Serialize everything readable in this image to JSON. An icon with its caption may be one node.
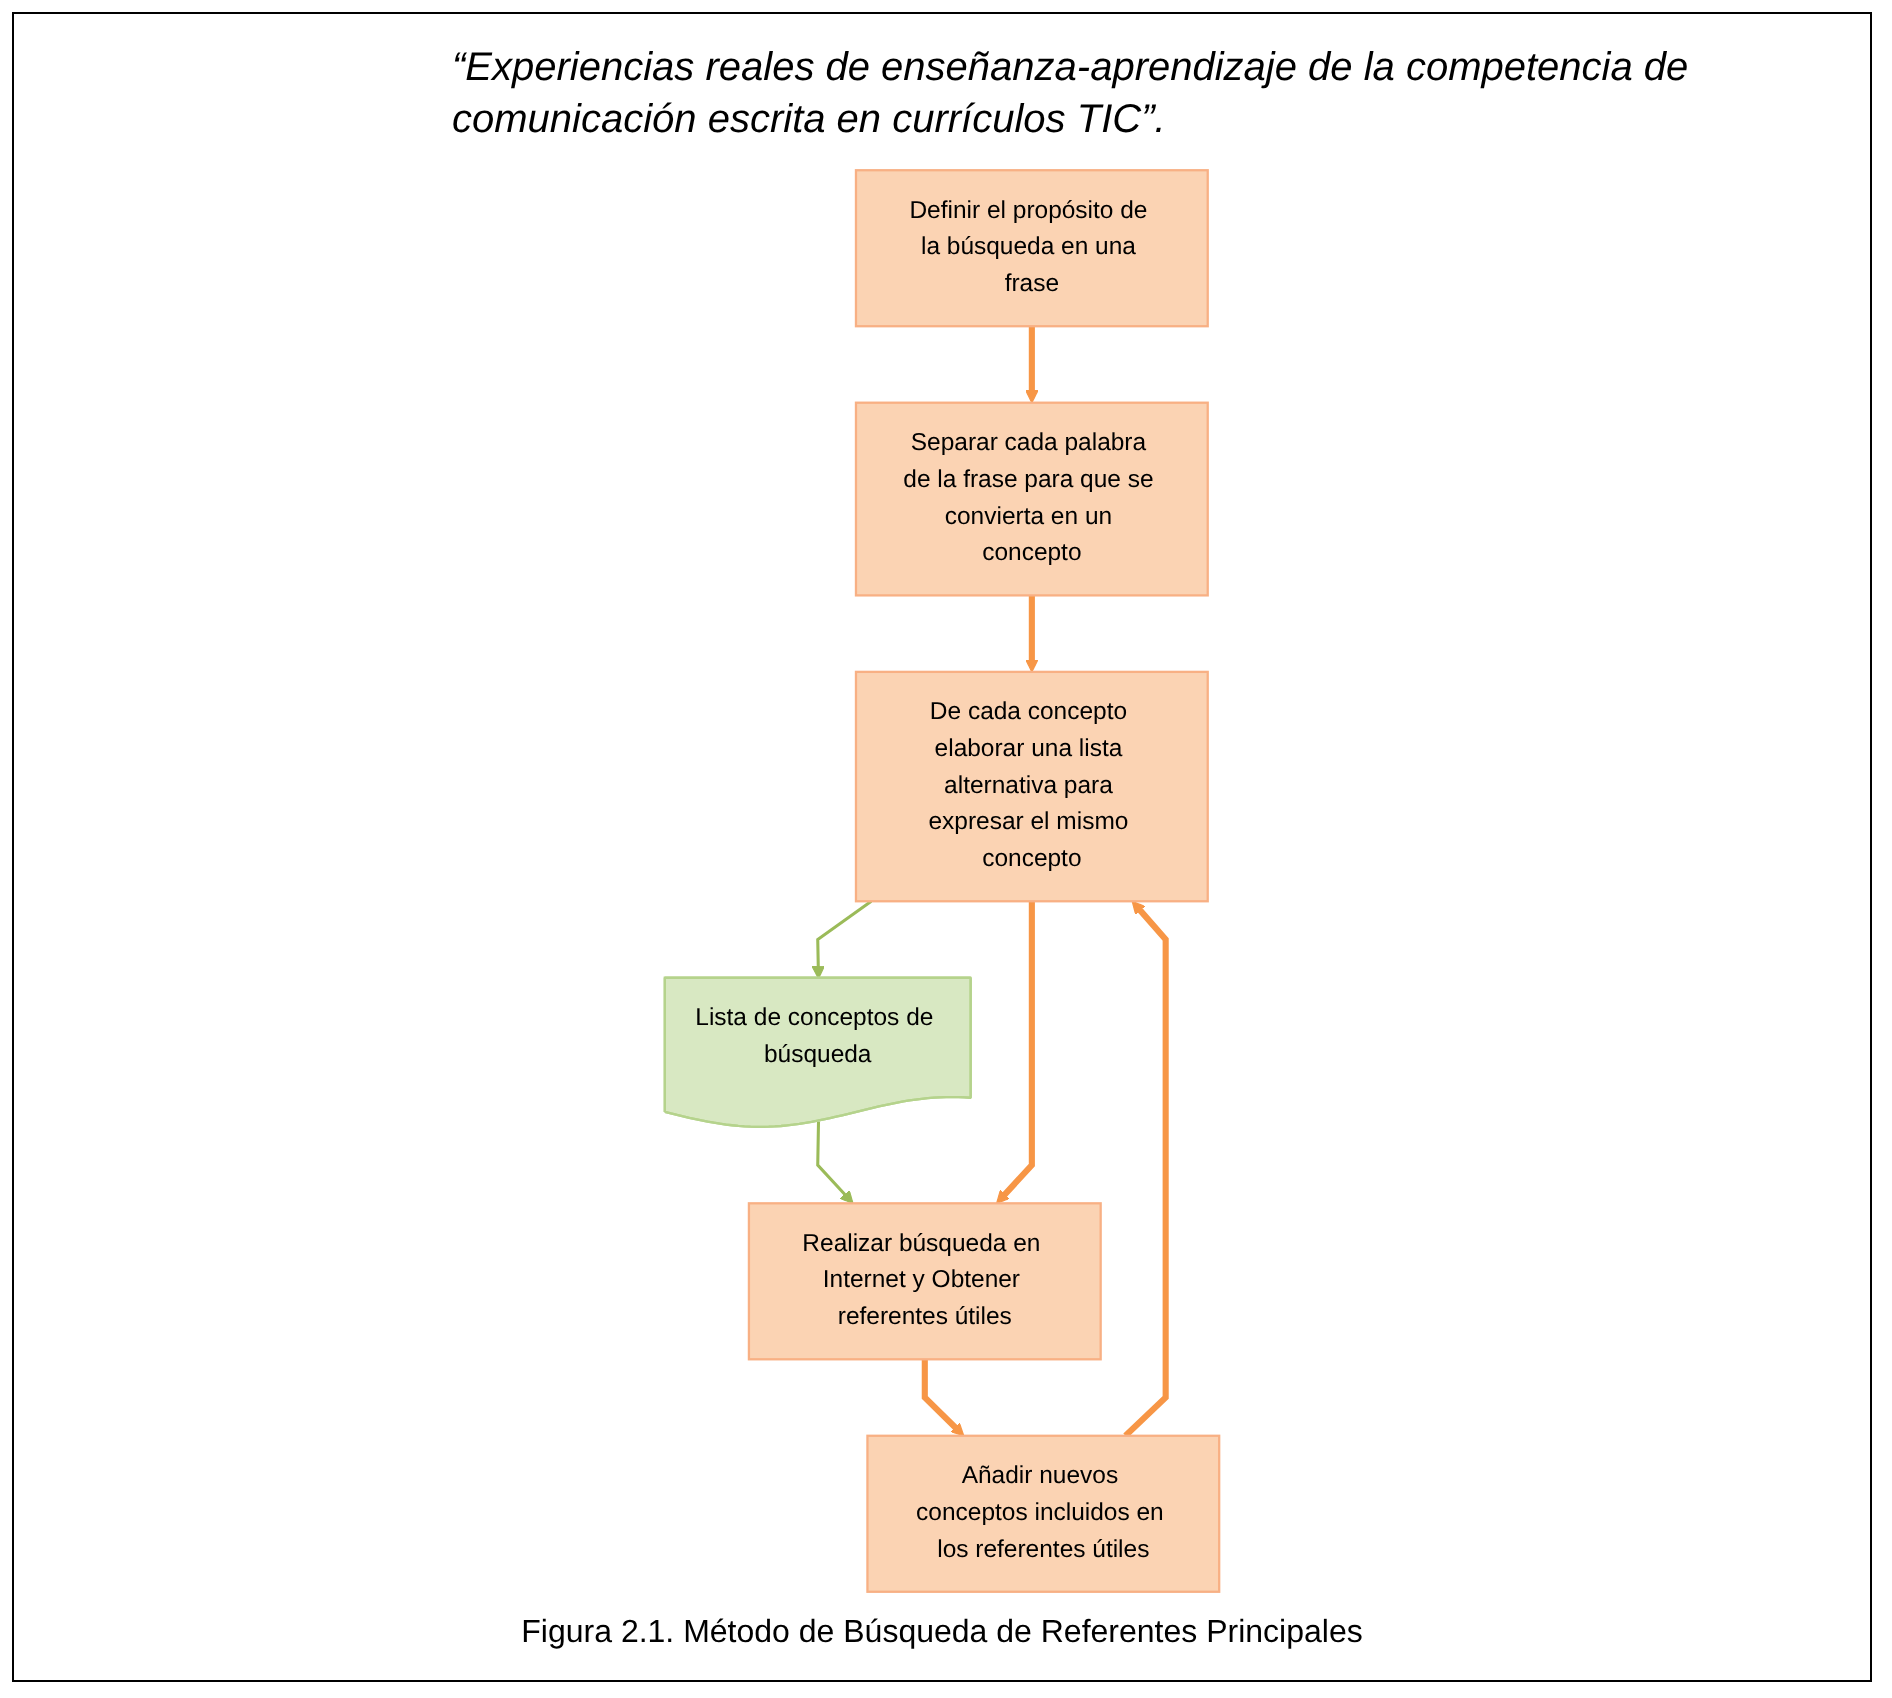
{
  "diagram": {
    "title": "“Experiencias reales de enseñanza-aprendizaje de la competencia de comunicación escrita en currículos TIC”.",
    "caption": "Figura 2.1. Método de Búsqueda de Referentes Principales",
    "nodes": [
      {
        "text": [
          "Definir el propósito de la búsqueda en una frase"
        ]
      },
      {
        "text": [
          "Separar cada palabra de la frase para que se convierta en un concepto"
        ]
      },
      {
        "text": [
          "De cada concepto elaborar una lista alternativa para expresar el mismo concepto"
        ]
      },
      {
        "text": [
          "Lista de conceptos de búsqueda"
        ]
      },
      {
        "text": [
          "Realizar búsqueda en Internet y Obtener referentes útiles"
        ]
      },
      {
        "text": [
          "Añadir nuevos conceptos incluidos en los referentes útiles"
        ]
      }
    ],
    "edges": [
      {
        "from": 0,
        "to": 1,
        "arrow": "to"
      },
      {
        "from": 1,
        "to": 2,
        "arrow": "to"
      },
      {
        "from": 2,
        "to": 3,
        "arrow": "to",
        "color": "#9bbb59"
      },
      {
        "from": 3,
        "to": 4,
        "arrow": "to",
        "color": "#9bbb59"
      },
      {
        "from": 2,
        "to": 4,
        "arrow": "to"
      },
      {
        "from": 4,
        "to": 5,
        "arrow": "to"
      },
      {
        "from": 5,
        "to": 2,
        "arrow": "to"
      }
    ]
  }
}
